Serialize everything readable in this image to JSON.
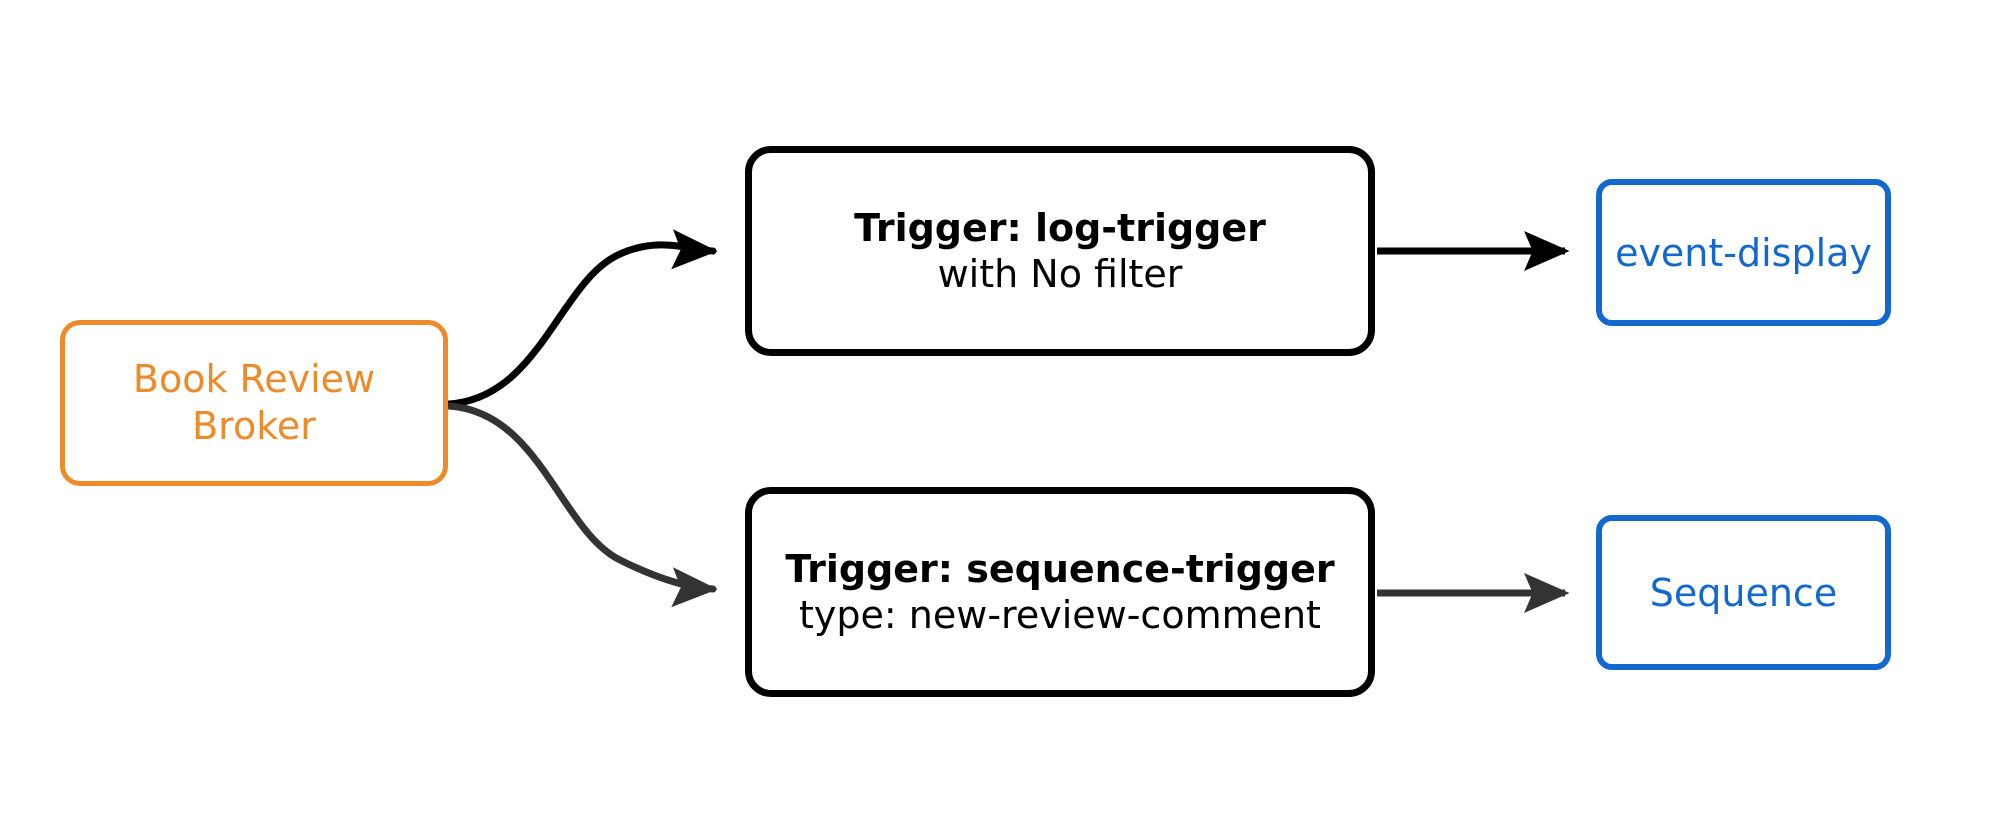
{
  "diagram": {
    "type": "flow-diagram",
    "background_color": "#ffffff",
    "colors": {
      "broker": "#ED8B2B",
      "trigger": "#000000",
      "sink": "#1368CE",
      "edge_primary": "#000000",
      "edge_secondary": "#333333"
    },
    "nodes": {
      "broker": {
        "line1": "Book Review",
        "line2": "Broker"
      },
      "trigger_log": {
        "title": "Trigger: log-trigger",
        "subtitle": "with No filter"
      },
      "trigger_sequence": {
        "title": "Trigger: sequence-trigger",
        "subtitle": "type: new-review-comment"
      },
      "sink_event_display": {
        "label": "event-display"
      },
      "sink_sequence": {
        "label": "Sequence"
      }
    },
    "edges": [
      {
        "from": "broker",
        "to": "trigger_log",
        "style": "curved",
        "color": "#000000",
        "arrow": "filled"
      },
      {
        "from": "broker",
        "to": "trigger_sequence",
        "style": "curved",
        "color": "#333333",
        "arrow": "filled"
      },
      {
        "from": "trigger_log",
        "to": "sink_event_display",
        "style": "straight",
        "color": "#000000",
        "arrow": "filled"
      },
      {
        "from": "trigger_sequence",
        "to": "sink_sequence",
        "style": "straight",
        "color": "#333333",
        "arrow": "filled"
      }
    ]
  }
}
